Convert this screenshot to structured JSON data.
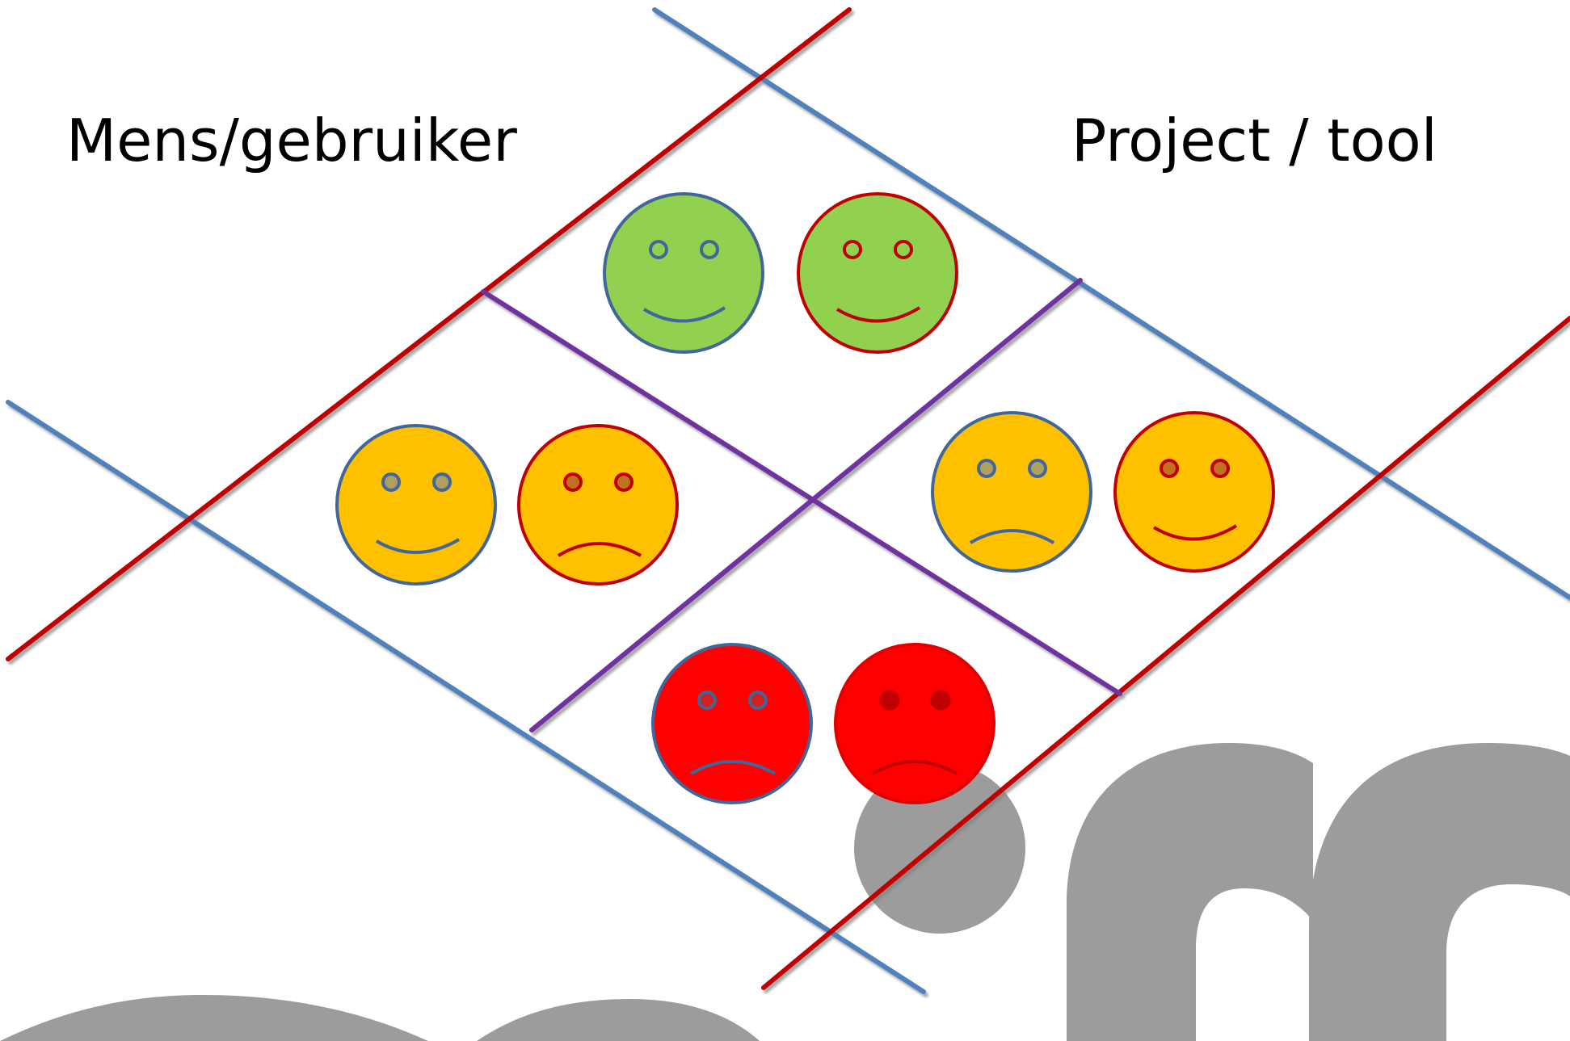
{
  "labels": {
    "left": "Mens/gebruiker",
    "right": "Project / tool"
  },
  "colors": {
    "blue": "#4f81bd",
    "red": "#c00000",
    "purple": "#7030a0",
    "green_fill": "#92d050",
    "yellow_fill": "#ffc000",
    "red_fill": "#ff0000",
    "watermark": "#9c9c9c"
  },
  "faces": [
    {
      "cell": "top",
      "side": "mens",
      "fill": "green",
      "outline": "blue",
      "mood": "happy"
    },
    {
      "cell": "top",
      "side": "project",
      "fill": "green",
      "outline": "red",
      "mood": "happy"
    },
    {
      "cell": "left",
      "side": "mens",
      "fill": "yellow",
      "outline": "blue",
      "mood": "happy"
    },
    {
      "cell": "left",
      "side": "project",
      "fill": "yellow",
      "outline": "red",
      "mood": "sad"
    },
    {
      "cell": "right",
      "side": "mens",
      "fill": "yellow",
      "outline": "blue",
      "mood": "sad"
    },
    {
      "cell": "right",
      "side": "project",
      "fill": "yellow",
      "outline": "red",
      "mood": "happy"
    },
    {
      "cell": "bottom",
      "side": "mens",
      "fill": "red",
      "outline": "blue",
      "mood": "sad"
    },
    {
      "cell": "bottom",
      "side": "project",
      "fill": "red",
      "outline": "red",
      "mood": "sad"
    }
  ]
}
